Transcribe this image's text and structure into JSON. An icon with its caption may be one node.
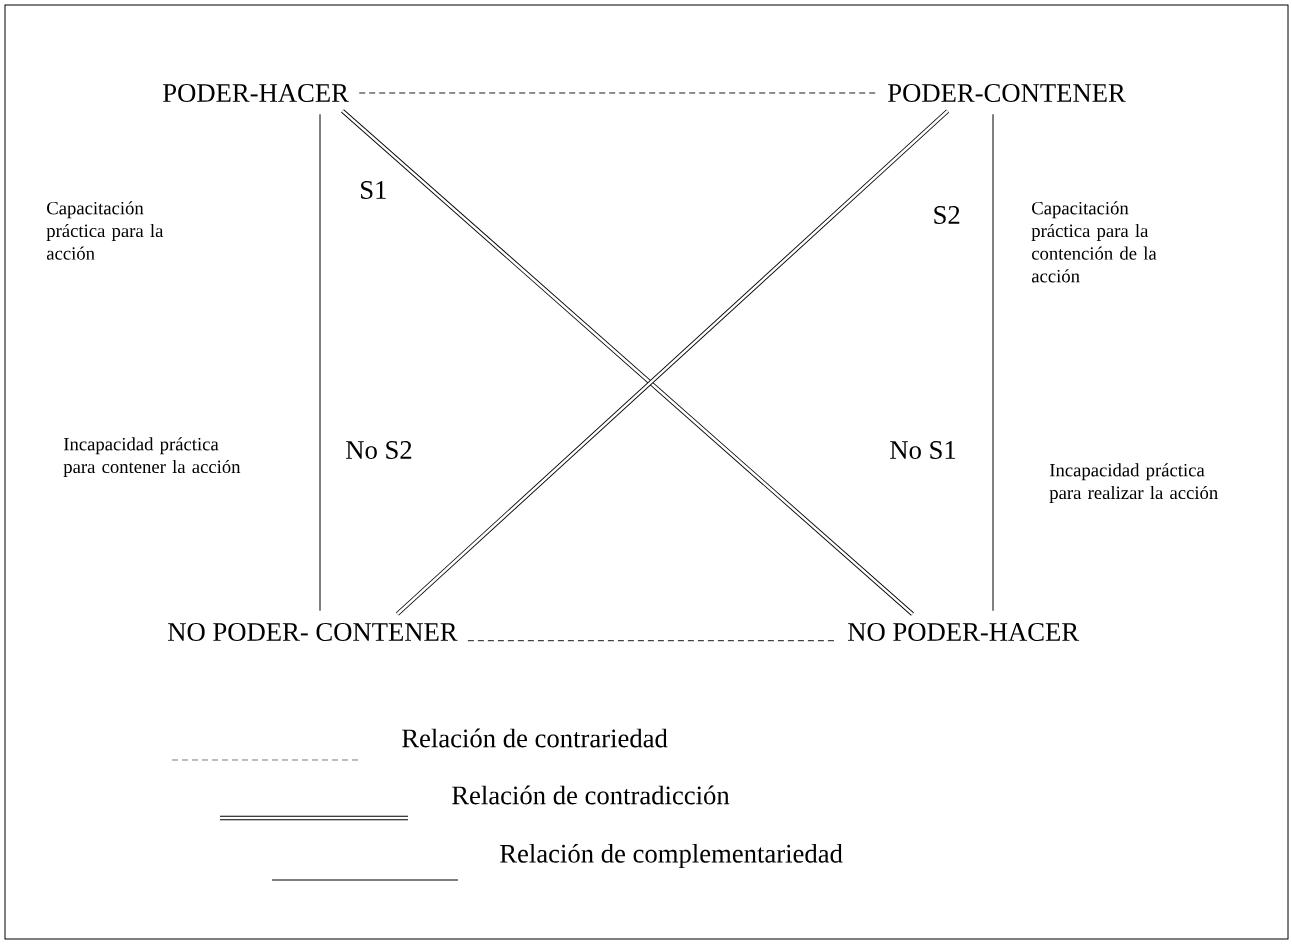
{
  "diagram": {
    "nodes": [
      {
        "text": [
          "PODER-HACER"
        ]
      },
      {
        "text": [
          "PODER-CONTENER"
        ]
      },
      {
        "text": [
          "NO PODER- CONTENER"
        ]
      },
      {
        "text": [
          "NO PODER-HACER"
        ]
      }
    ],
    "edges": [
      {
        "from": 0,
        "to": 1,
        "arrow": "none",
        "style": "dashed"
      },
      {
        "from": 2,
        "to": 3,
        "arrow": "none",
        "style": "dashed"
      },
      {
        "from": 0,
        "to": 3,
        "arrow": "none",
        "style": "thick"
      },
      {
        "from": 1,
        "to": 2,
        "arrow": "none",
        "style": "thick"
      },
      {
        "from": 0,
        "to": 2,
        "arrow": "none"
      },
      {
        "from": 1,
        "to": 3,
        "arrow": "none"
      }
    ],
    "labels": [
      "Capacitación práctica para la acción",
      "S1",
      "S2",
      "Capacitación práctica para la contención de la acción",
      "Incapacidad práctica para contener la acción",
      "No S2",
      "No S1",
      "Incapacidad práctica para realizar la acción"
    ],
    "legend": [
      {
        "text": "Relación de contrariedad"
      },
      {
        "text": "Relación de contradicción"
      },
      {
        "text": "Relación de complementariedad"
      }
    ]
  }
}
